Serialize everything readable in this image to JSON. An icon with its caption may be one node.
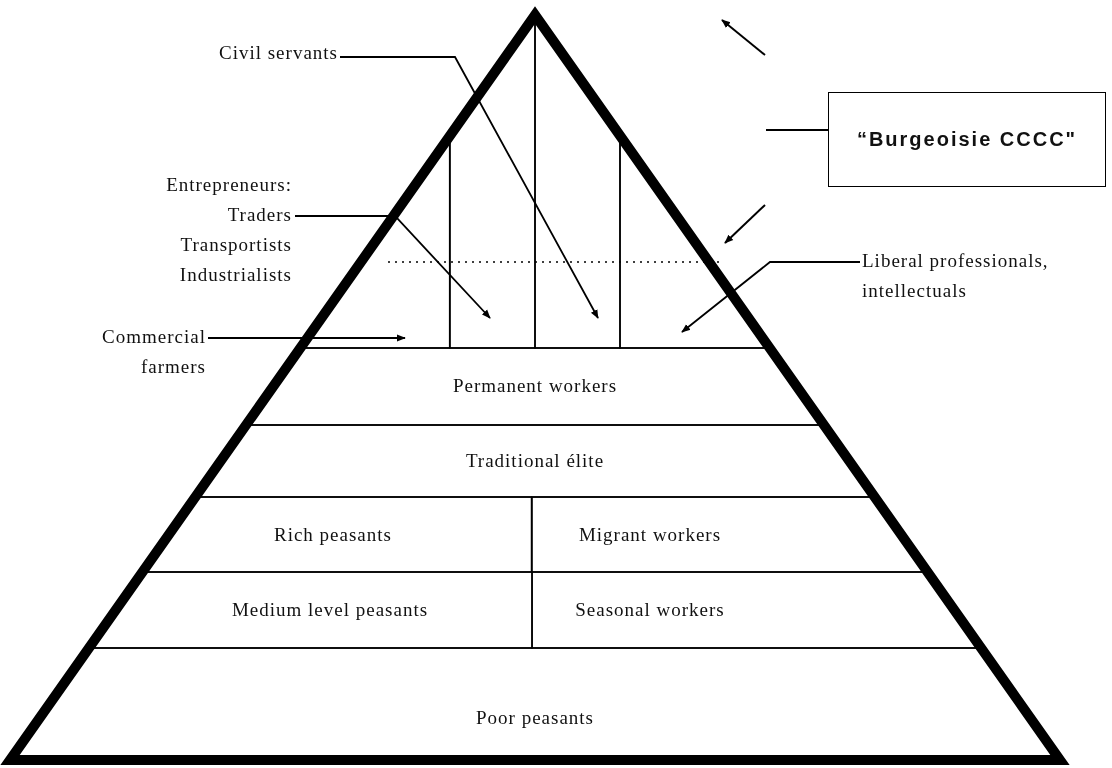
{
  "diagram": {
    "nodes": [
      {
        "text": [
          "Civil servants"
        ]
      },
      {
        "text": [
          "Entrepreneurs:",
          "Traders",
          "Transportists",
          "Industrialists"
        ]
      },
      {
        "text": [
          "Commercial farmers"
        ]
      },
      {
        "text": [
          "“Burgeoisie CCCC\""
        ]
      },
      {
        "text": [
          "Liberal professionals, intellectuals"
        ]
      },
      {
        "text": [],
        "shape": "box"
      },
      {
        "text": [],
        "shape": "box"
      },
      {
        "text": [],
        "shape": "box"
      },
      {
        "text": [],
        "shape": "box"
      },
      {
        "text": [
          "Permanent workers"
        ]
      },
      {
        "text": [
          "Traditional élite"
        ]
      },
      {
        "text": [
          "Rich peasants"
        ]
      },
      {
        "text": [
          "Migrant workers"
        ]
      },
      {
        "text": [
          "Medium level peasants"
        ]
      },
      {
        "text": [
          "Seasonal workers"
        ]
      },
      {
        "text": [
          "Poor peasants"
        ]
      }
    ],
    "edges": [
      {
        "from": 0,
        "to": 7,
        "arrow": "to"
      },
      {
        "from": 1,
        "to": 6,
        "arrow": "to"
      },
      {
        "from": 2,
        "to": 5,
        "arrow": "to"
      },
      {
        "from": 4,
        "to": 8,
        "arrow": "to"
      },
      {
        "from": 3,
        "to": null,
        "arrow": "none"
      }
    ]
  }
}
